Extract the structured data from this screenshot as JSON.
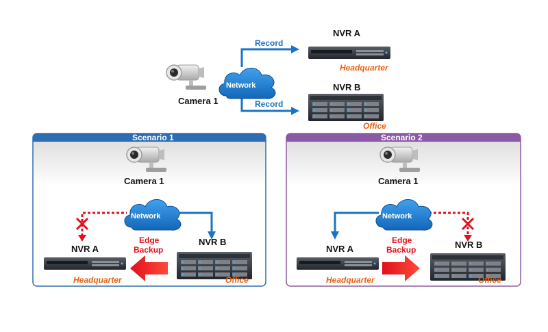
{
  "top": {
    "camera_label": "Camera 1",
    "network_label": "Network",
    "record_a_label": "Record",
    "record_b_label": "Record",
    "nvr_a_label": "NVR A",
    "nvr_a_site": "Headquarter",
    "nvr_b_label": "NVR B",
    "nvr_b_site": "Office"
  },
  "scenario1": {
    "title": "Scenario 1",
    "camera_label": "Camera 1",
    "network_label": "Network",
    "nvr_a_label": "NVR A",
    "nvr_a_site": "Headquarter",
    "nvr_b_label": "NVR B",
    "nvr_b_site": "Office",
    "edge_line1": "Edge",
    "edge_line2": "Backup",
    "failed_link": "NVR A",
    "backup_direction": "NVR B to NVR A"
  },
  "scenario2": {
    "title": "Scenario 2",
    "camera_label": "Camera 1",
    "network_label": "Network",
    "nvr_a_label": "NVR A",
    "nvr_a_site": "Headquarter",
    "nvr_b_label": "NVR B",
    "nvr_b_site": "Office",
    "edge_line1": "Edge",
    "edge_line2": "Backup",
    "failed_link": "NVR B",
    "backup_direction": "NVR A to NVR B"
  },
  "colors": {
    "scenario1_frame": "#2f6db3",
    "scenario2_frame": "#8b5aa5",
    "network": "#1a73c4",
    "failed_link": "#e0101c",
    "backup_arrow": "#e0101c",
    "site_text": "#e8600f"
  }
}
